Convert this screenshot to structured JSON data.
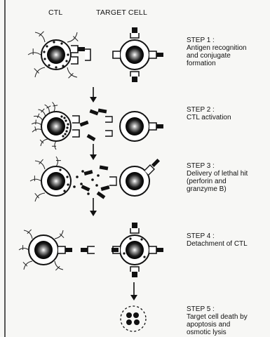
{
  "headers": {
    "ctl": "CTL",
    "target": "TARGET CELL"
  },
  "steps": [
    {
      "title": "STEP 1 :",
      "lines": [
        "Antigen recognition",
        "and conjugate",
        "formation"
      ]
    },
    {
      "title": "STEP 2 :",
      "lines": [
        "CTL activation"
      ]
    },
    {
      "title": "STEP 3 :",
      "lines": [
        "Delivery of lethal hit",
        "(perforin and",
        " granzyme B)"
      ]
    },
    {
      "title": "STEP 4 :",
      "lines": [
        "Detachment of CTL"
      ]
    },
    {
      "title": "STEP 5 :",
      "lines": [
        "Target cell death by",
        "apoptosis and",
        "osmotic lysis"
      ]
    }
  ]
}
